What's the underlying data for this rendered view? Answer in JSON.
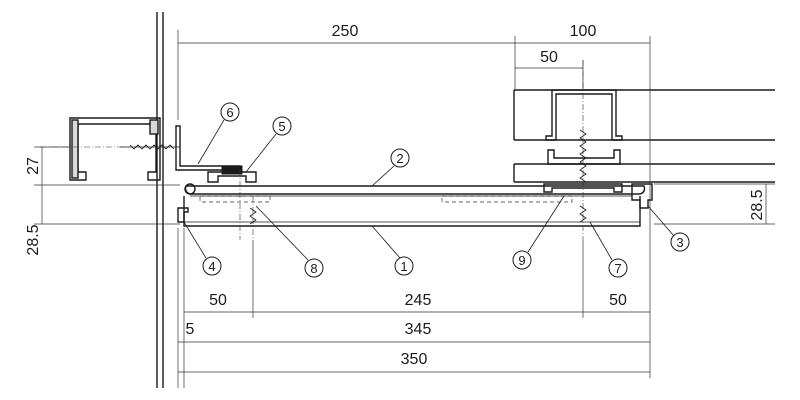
{
  "dimensions": {
    "top_250": "250",
    "top_100": "100",
    "top_50": "50",
    "left_27": "27",
    "left_28_5": "28.5",
    "right_28_5": "28.5",
    "bottom_50_left": "50",
    "bottom_245": "245",
    "bottom_50_right": "50",
    "bottom_5": "5",
    "bottom_345": "345",
    "bottom_350": "350"
  },
  "callouts": {
    "c1": "1",
    "c2": "2",
    "c3": "3",
    "c4": "4",
    "c5": "5",
    "c6": "6",
    "c7": "7",
    "c8": "8",
    "c9": "9"
  }
}
